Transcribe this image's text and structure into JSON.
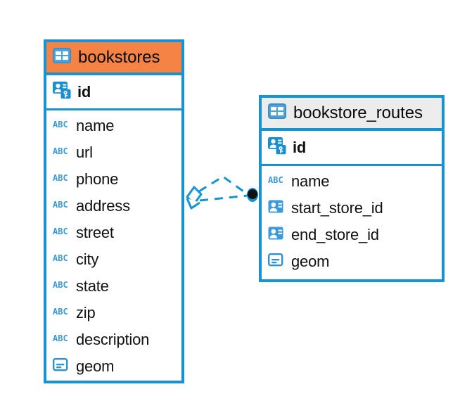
{
  "diagram": {
    "type": "entity-relationship-diagram",
    "background_color": "#ffffff",
    "accent_color": "#1593d3",
    "highlight_color": "#f58345",
    "neutral_header_color": "#ececec"
  },
  "entities": [
    {
      "name": "bookstores",
      "header_style": "accent",
      "table_icon": "table-icon",
      "keys": [
        {
          "label": "id",
          "icon": "primary-key-icon",
          "type": "primary-key"
        }
      ],
      "fields": [
        {
          "label": "name",
          "icon": "abc-icon",
          "type": "text"
        },
        {
          "label": "url",
          "icon": "abc-icon",
          "type": "text"
        },
        {
          "label": "phone",
          "icon": "abc-icon",
          "type": "text"
        },
        {
          "label": "address",
          "icon": "abc-icon",
          "type": "text"
        },
        {
          "label": "street",
          "icon": "abc-icon",
          "type": "text"
        },
        {
          "label": "city",
          "icon": "abc-icon",
          "type": "text"
        },
        {
          "label": "state",
          "icon": "abc-icon",
          "type": "text"
        },
        {
          "label": "zip",
          "icon": "abc-icon",
          "type": "text"
        },
        {
          "label": "description",
          "icon": "abc-icon",
          "type": "text"
        },
        {
          "label": "geom",
          "icon": "geometry-icon",
          "type": "geometry"
        }
      ]
    },
    {
      "name": "bookstore_routes",
      "header_style": "neutral",
      "table_icon": "table-icon",
      "keys": [
        {
          "label": "id",
          "icon": "primary-key-icon",
          "type": "primary-key"
        }
      ],
      "fields": [
        {
          "label": "name",
          "icon": "abc-icon",
          "type": "text"
        },
        {
          "label": "start_store_id",
          "icon": "foreign-key-icon",
          "type": "foreign-key"
        },
        {
          "label": "end_store_id",
          "icon": "foreign-key-icon",
          "type": "foreign-key"
        },
        {
          "label": "geom",
          "icon": "geometry-icon",
          "type": "geometry"
        }
      ]
    }
  ],
  "relationships": [
    {
      "from_entity": "bookstores",
      "to_entity": "bookstore_routes",
      "source_marker": "diamond-marker",
      "target_marker": "filled-circle-marker",
      "line_style": "dashed",
      "color": "#1593d3"
    },
    {
      "from_entity": "bookstores",
      "to_entity": "bookstore_routes",
      "source_marker": "diamond-marker",
      "target_marker": "filled-circle-marker",
      "line_style": "dashed",
      "color": "#1593d3"
    }
  ]
}
